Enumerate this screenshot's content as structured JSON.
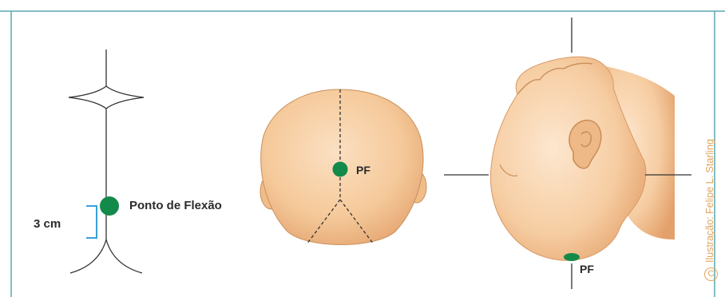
{
  "labels": {
    "flexion_point": "Ponto de Flexão",
    "distance": "3 cm",
    "pf_top_view": "PF",
    "pf_side_view": "PF"
  },
  "credit": {
    "symbol": "C",
    "text": "Ilustração: Felipe L. Starling"
  },
  "colors": {
    "frame": "#5aa8b0",
    "skin": "#f5c99a",
    "skin_shadow": "#e0a372",
    "flexion_point": "#148a4a",
    "bracket": "#3aa0d8",
    "credit": "#e3a45c"
  }
}
